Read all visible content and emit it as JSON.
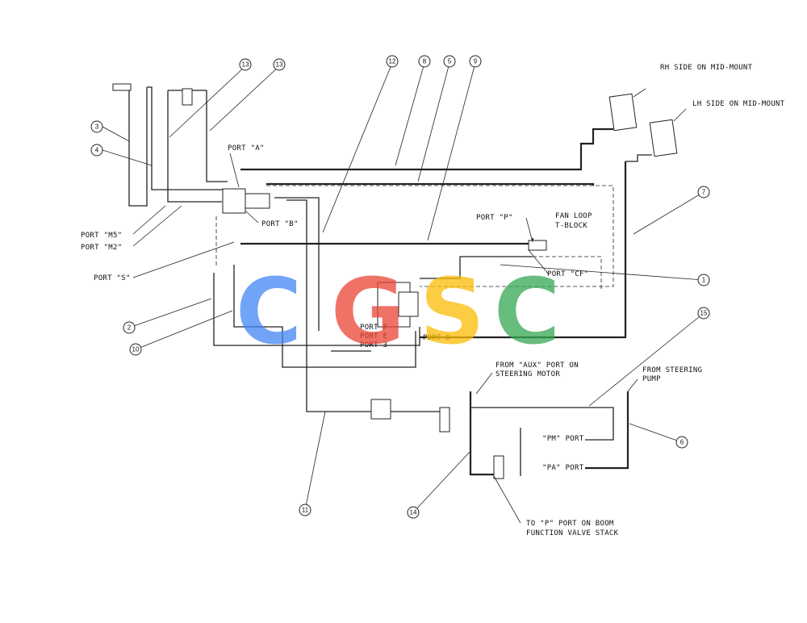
{
  "labels": {
    "rh_side": "RH SIDE ON MID-MOUNT",
    "lh_side": "LH SIDE ON MID-MOUNT",
    "port_a": "PORT \"A\"",
    "port_b": "PORT \"B\"",
    "port_m5": "PORT \"M5\"",
    "port_m2": "PORT \"M2\"",
    "port_s": "PORT \"S\"",
    "port_p": "PORT \"P\"",
    "fan_loop_1": "FAN LOOP",
    "fan_loop_2": "T-BLOCK",
    "port_cf": "PORT \"CF\"",
    "port_f": "PORT F",
    "port_e": "PORT E",
    "port_3": "PORT 3",
    "port_d": "PORT D",
    "aux_1": "FROM \"AUX\" PORT ON",
    "aux_2": "STEERING MOTOR",
    "steer_pump_1": "FROM STEERING",
    "steer_pump_2": "PUMP",
    "pm_port": "\"PM\" PORT",
    "pa_port": "\"PA\" PORT",
    "boom_1": "TO \"P\" PORT ON BOOM",
    "boom_2": "FUNCTION VALVE STACK"
  },
  "callouts": {
    "c13a": "13",
    "c13b": "13",
    "c12": "12",
    "c8": "8",
    "c5": "5",
    "c9": "9",
    "c3": "3",
    "c4": "4",
    "c7": "7",
    "c1": "1",
    "c2": "2",
    "c10": "10",
    "c15": "15",
    "c6": "6",
    "c11": "11",
    "c14": "14"
  },
  "watermark": {
    "letters": [
      "C",
      "G",
      "S",
      "C"
    ],
    "colors": [
      "#4285F4",
      "#EA4335",
      "#FBBC05",
      "#34A853"
    ]
  }
}
